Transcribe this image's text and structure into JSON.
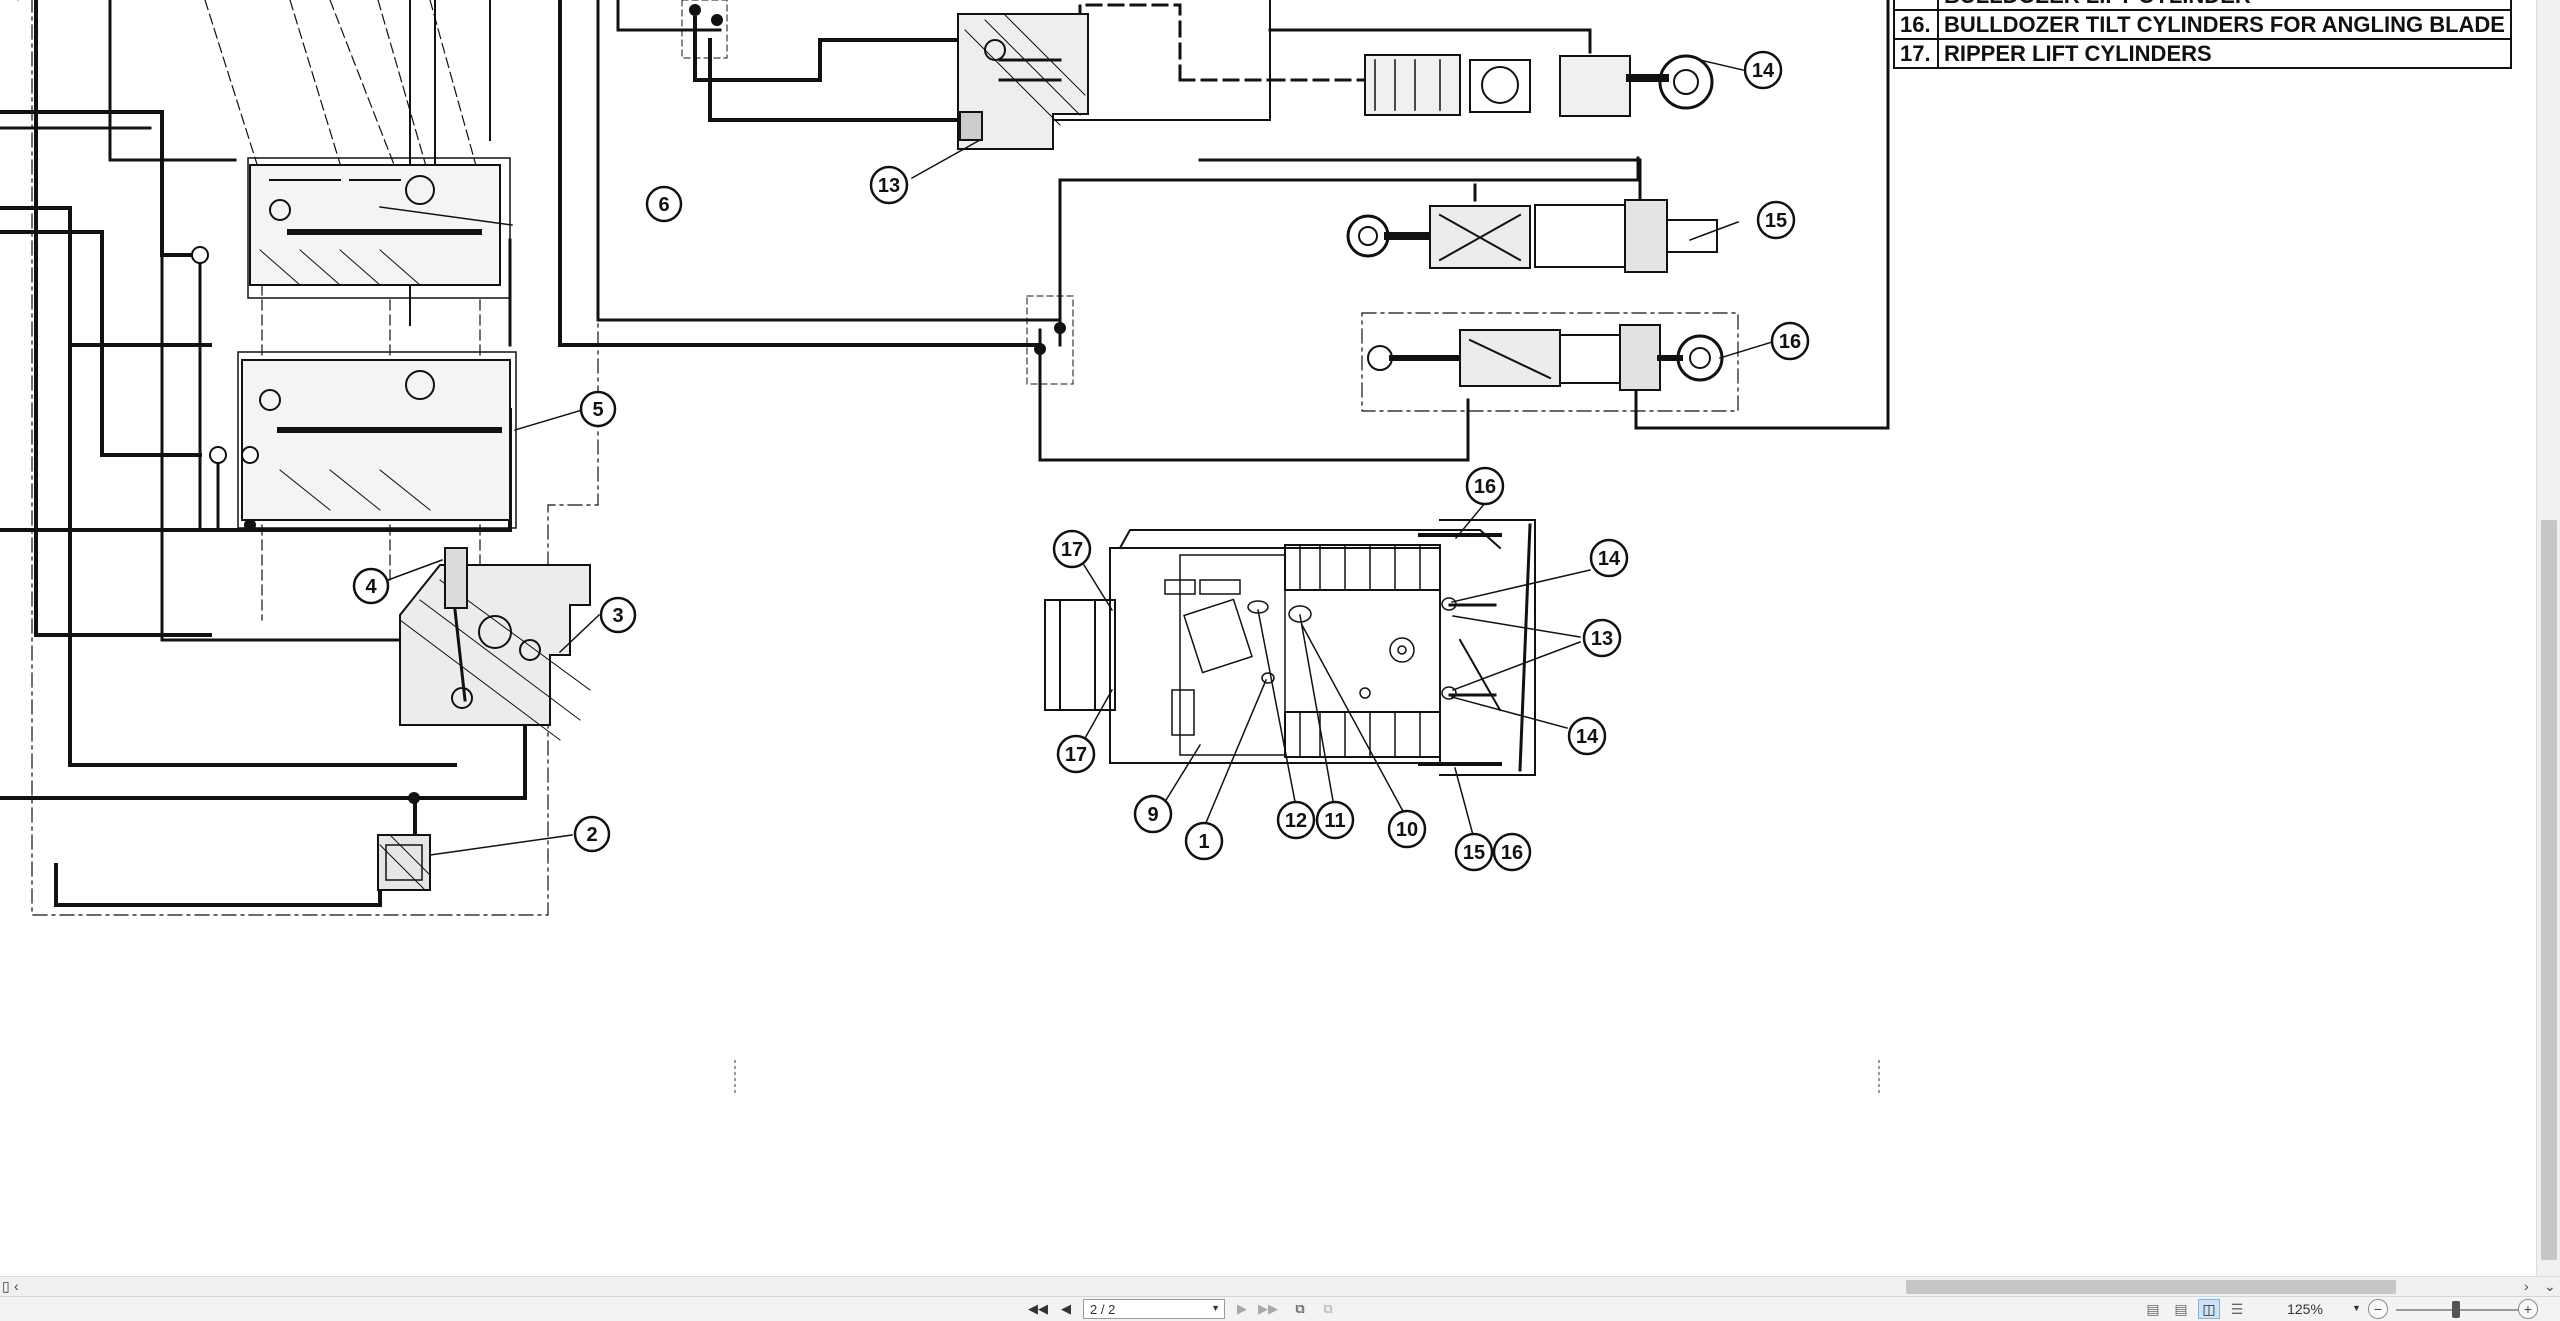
{
  "legend": {
    "rows": [
      {
        "num": "",
        "text": "BULLDOZER LIFT CYLINDER"
      },
      {
        "num": "16.",
        "text": "BULLDOZER TILT CYLINDERS FOR ANGLING BLADE"
      },
      {
        "num": "17.",
        "text": "RIPPER LIFT CYLINDERS"
      }
    ]
  },
  "callouts": {
    "c6": "6",
    "c5": "5",
    "c4": "4",
    "c3": "3",
    "c2": "2",
    "c13": "13",
    "c14": "14",
    "c15": "15",
    "c16": "16",
    "o16": "16",
    "o17a": "17",
    "o17b": "17",
    "o14a": "14",
    "o13": "13",
    "o14b": "14",
    "o9": "9",
    "o1": "1",
    "o12": "12",
    "o11": "11",
    "o10": "10",
    "o15": "15",
    "o16b": "16"
  },
  "statusbar": {
    "page_indicator": "2 / 2",
    "zoom_level": "125%"
  },
  "icons": {
    "first": "first-page-icon",
    "prev": "previous-page-icon",
    "next": "next-page-icon",
    "last": "last-page-icon",
    "back": "previous-view-icon",
    "fwd": "next-view-icon",
    "single": "single-page-view-icon",
    "continuous": "continuous-view-icon",
    "facing": "facing-pages-view-icon",
    "book": "book-view-icon",
    "zoom_out": "zoom-out-icon",
    "zoom_in": "zoom-in-icon"
  }
}
